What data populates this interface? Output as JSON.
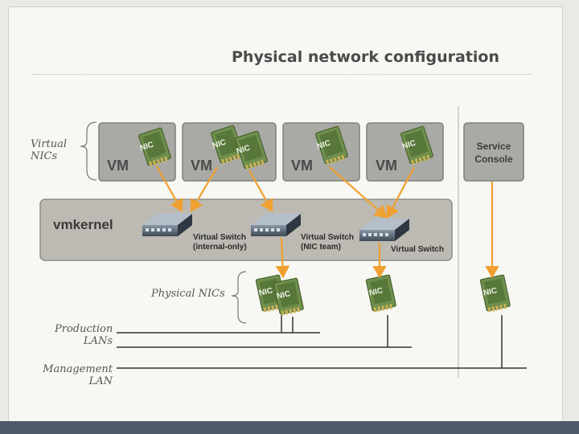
{
  "title": "Physical network configuration",
  "labels": {
    "virtual_nics": "Virtual\nNICs",
    "physical_nics": "Physical NICs",
    "production_lans": "Production\nLANs",
    "management_lan": "Management\nLAN"
  },
  "vm_label": "VM",
  "nic_label": "NIC",
  "service_console": "Service\nConsole",
  "vmkernel": "vmkernel",
  "switches": [
    {
      "label": "Virtual Switch\n(internal-only)"
    },
    {
      "label": "Virtual Switch\n(NIC team)"
    },
    {
      "label": "Virtual Switch"
    }
  ],
  "colors": {
    "vm_box": "#a9a9a5",
    "vmkernel_band": "#bcbab2",
    "nic_card": "#6f8f4c",
    "arrow": "#f0a030"
  }
}
